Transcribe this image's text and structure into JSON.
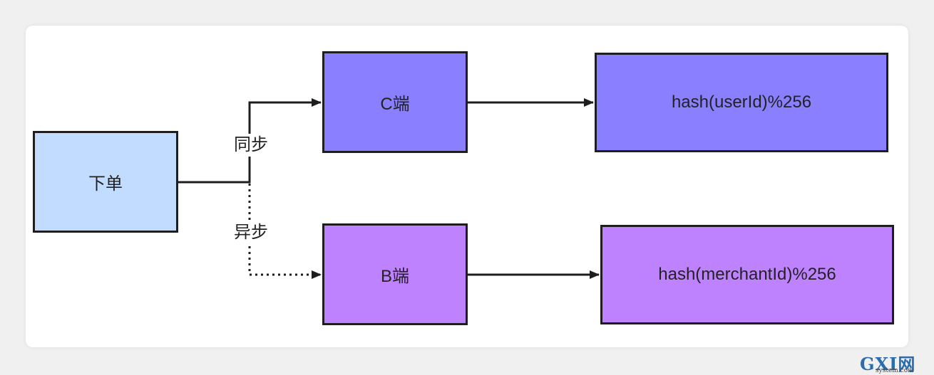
{
  "nodes": {
    "order": {
      "label": "下单",
      "color": "#c2dcff"
    },
    "c_side": {
      "label": "C端",
      "color": "#8a80ff"
    },
    "b_side": {
      "label": "B端",
      "color": "#bf82ff"
    },
    "hash_user": {
      "label": "hash(userId)%256",
      "color": "#8a80ff"
    },
    "hash_merchant": {
      "label": "hash(merchantId)%256",
      "color": "#bf82ff"
    }
  },
  "edges": {
    "sync_label": "同步",
    "async_label": "异步"
  },
  "watermark": {
    "logo_text": "GXI网",
    "site": "system.com"
  }
}
